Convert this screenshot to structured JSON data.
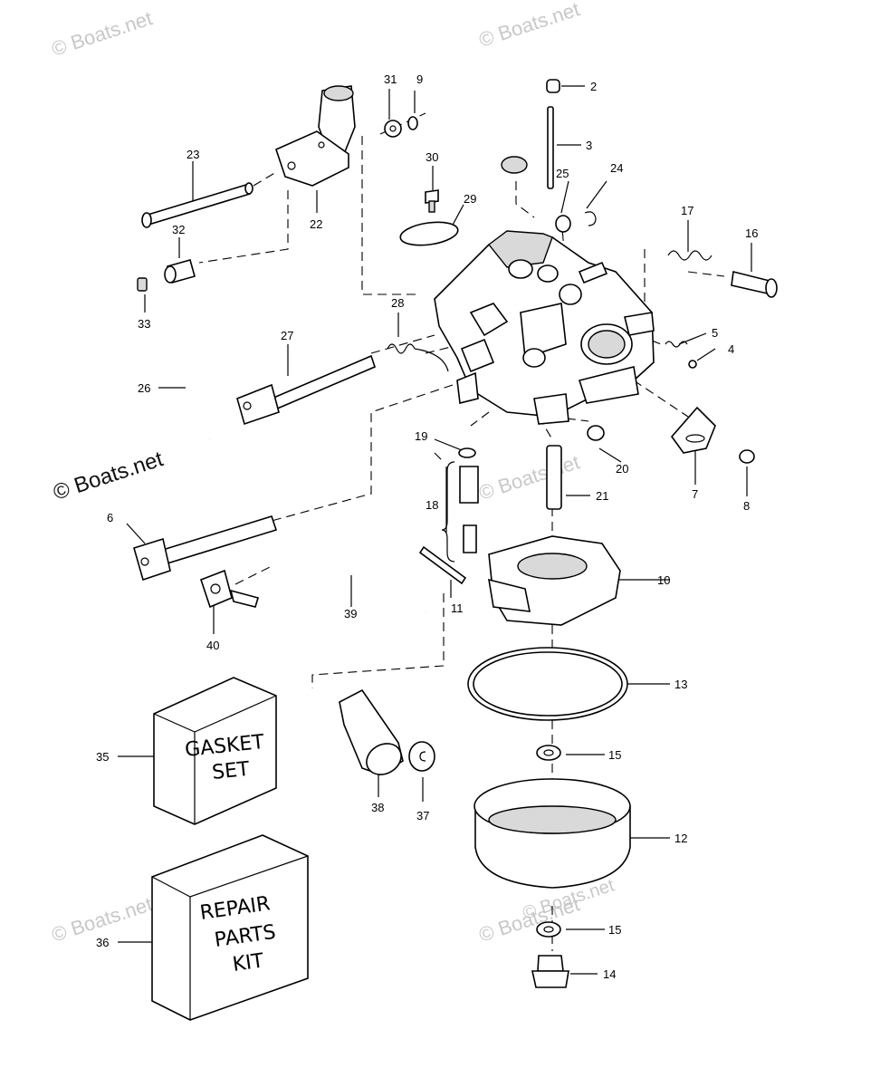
{
  "watermarks": [
    {
      "text": "© Boats.net"
    },
    {
      "text": "© Boats.net"
    },
    {
      "text": "© Boats.net"
    },
    {
      "text": "© Boats.net"
    },
    {
      "text": "© Boats.net"
    },
    {
      "text": "© Boats.net"
    },
    {
      "text": "© Boats.net"
    }
  ],
  "callouts": [
    "2",
    "3",
    "4",
    "5",
    "6",
    "7",
    "8",
    "9",
    "10",
    "11",
    "12",
    "13",
    "14",
    "15",
    "15",
    "16",
    "17",
    "18",
    "19",
    "20",
    "21",
    "22",
    "23",
    "24",
    "25",
    "26",
    "27",
    "28",
    "29",
    "30",
    "31",
    "32",
    "33",
    "35",
    "36",
    "37",
    "38",
    "39",
    "40"
  ],
  "boxes": {
    "gasket": {
      "line1": "GASKET",
      "line2": "SET"
    },
    "repair": {
      "line1": "REPAIR",
      "line2": "PARTS",
      "line3": "KIT"
    }
  }
}
